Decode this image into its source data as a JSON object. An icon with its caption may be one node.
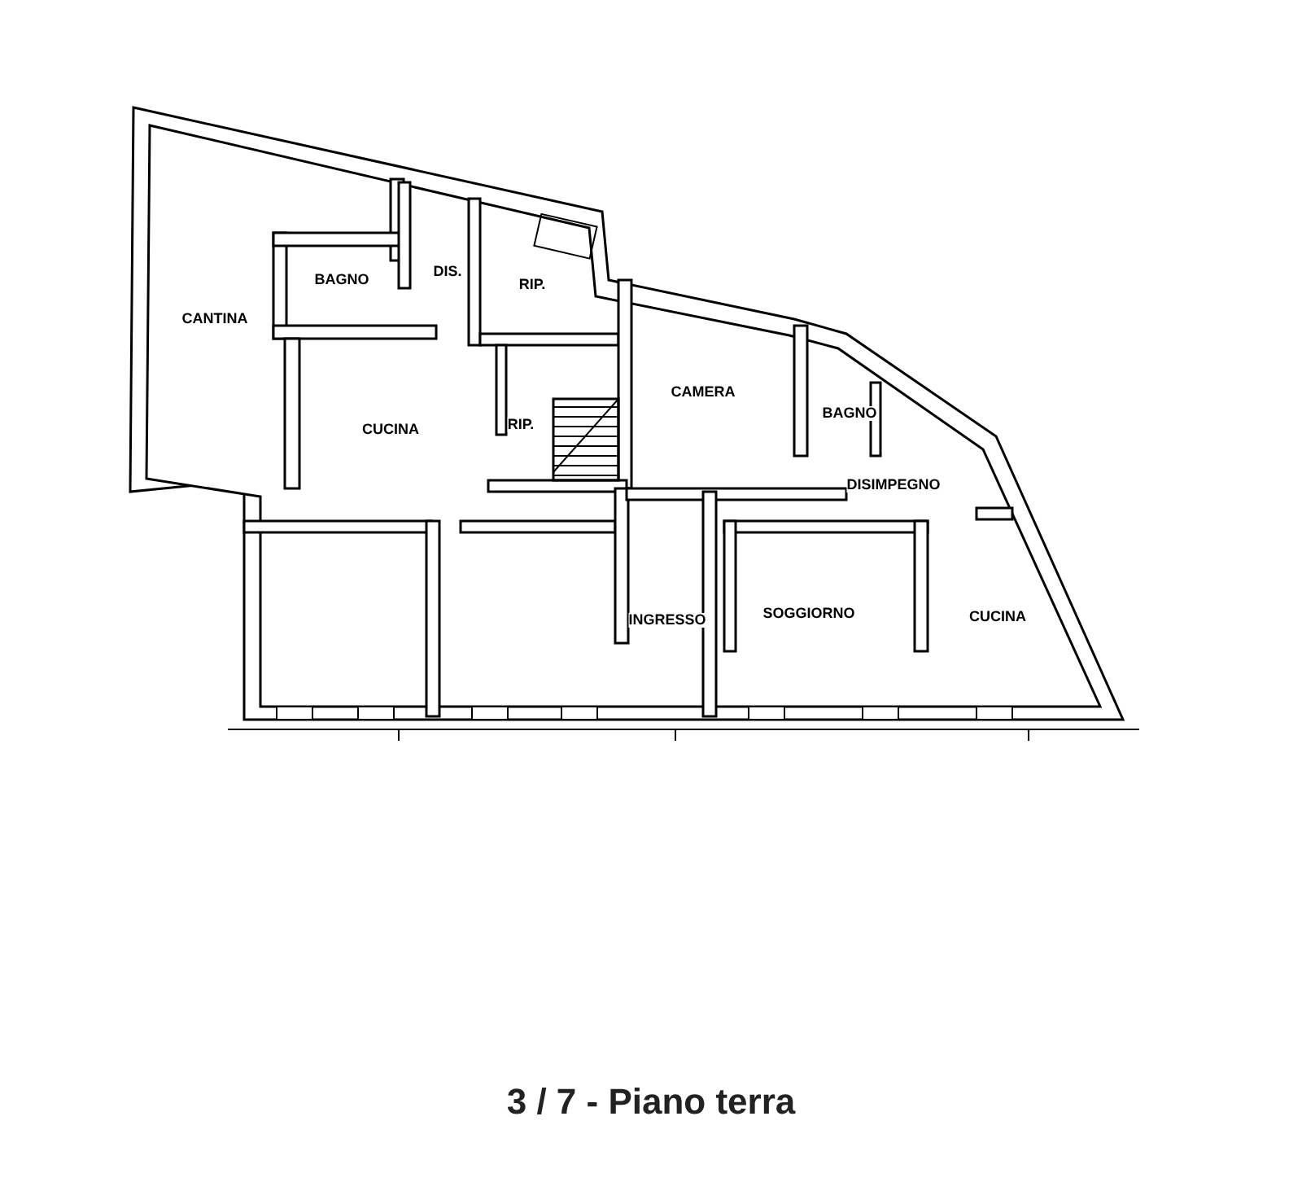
{
  "diagram": {
    "caption": "3 / 7 - Piano terra",
    "labels": [
      "CANTINA",
      "BAGNO",
      "DIS.",
      "RIP.",
      "RIP.",
      "CUCINA",
      "CAMERA",
      "BAGNO",
      "DISIMPEGNO",
      "INGRESSO",
      "SOGGIORNO",
      "CUCINA"
    ]
  }
}
